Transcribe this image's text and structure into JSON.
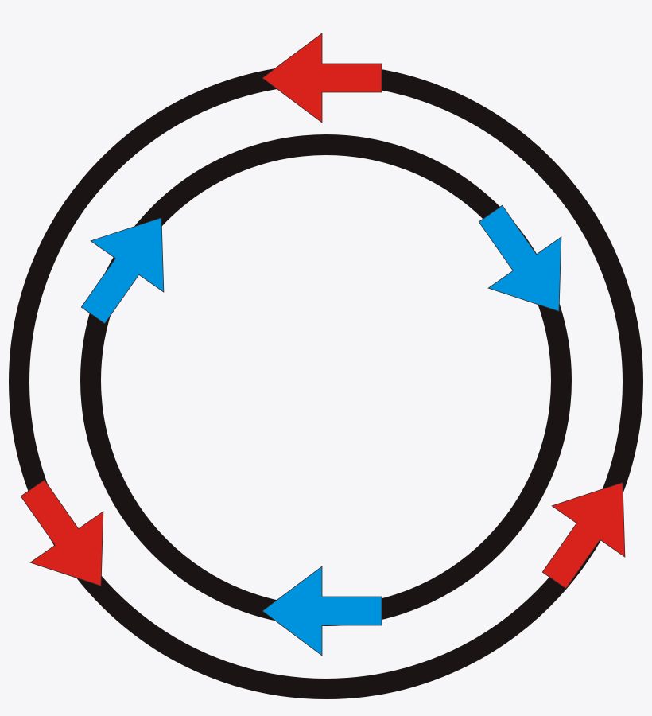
{
  "colors": {
    "background": "#f6f6f8",
    "ring": "#1a1414",
    "outer_arrows": "#d8231c",
    "inner_arrows": "#0093dd"
  },
  "diagram": {
    "rings": [
      {
        "id": "outer-ring"
      },
      {
        "id": "inner-ring"
      }
    ],
    "outer_arrows": [
      {
        "id": "outer-arrow-top",
        "direction": "left",
        "icon": "arrow-icon"
      },
      {
        "id": "outer-arrow-left",
        "direction": "down-right",
        "icon": "arrow-icon"
      },
      {
        "id": "outer-arrow-right",
        "direction": "up-right",
        "icon": "arrow-icon"
      }
    ],
    "inner_arrows": [
      {
        "id": "inner-arrow-left",
        "direction": "up-right",
        "icon": "arrow-icon"
      },
      {
        "id": "inner-arrow-right",
        "direction": "down-right",
        "icon": "arrow-icon"
      },
      {
        "id": "inner-arrow-bottom",
        "direction": "left",
        "icon": "arrow-icon"
      }
    ]
  }
}
